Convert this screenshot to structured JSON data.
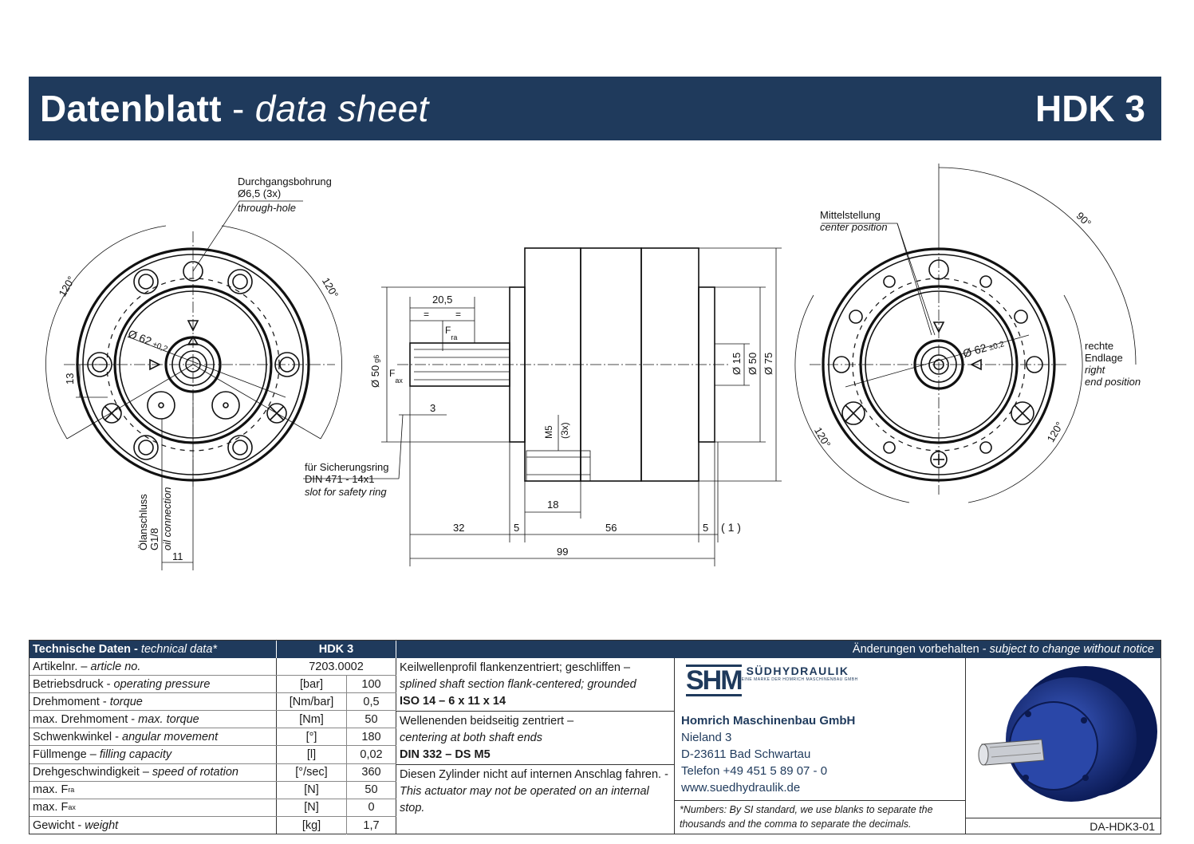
{
  "header": {
    "title": "Datenblatt",
    "dash": "-",
    "subtitle": "data sheet",
    "model": "HDK 3"
  },
  "drawing": {
    "left_view": {
      "through_hole_de": "Durchgangsbohrung",
      "through_hole_dim": "Ø6,5 (3x)",
      "through_hole_en": "through-hole",
      "angle_left": "120°",
      "angle_right": "120°",
      "bolt_circle": "Ø 62",
      "bolt_circle_tol": "±0,2",
      "dim_13": "13",
      "dim_11": "11",
      "oil_de": "Ölanschluss",
      "oil_size": "G1/8",
      "oil_en": "oil connection"
    },
    "side_view": {
      "dim_205": "20,5",
      "eq1": "=",
      "eq2": "=",
      "fra": "F",
      "fra_sub": "ra",
      "fax": "F",
      "fax_sub": "ax",
      "shaft_dia": "Ø 50",
      "shaft_tol": "g6",
      "dim_3": "3",
      "ring_de": "für Sicherungsring",
      "ring_norm": "DIN 471 - 14x1",
      "ring_en": "slot for safety ring",
      "m5": "M5",
      "m5_count": "(3x)",
      "dia15": "Ø 15",
      "dia50": "Ø 50",
      "dia75": "Ø 75",
      "dim_18": "18",
      "dim_32": "32",
      "dim_5a": "5",
      "dim_56": "56",
      "dim_5b": "5",
      "dim_1": "1",
      "dim_99": "99"
    },
    "right_view": {
      "center_de": "Mittelstellung",
      "center_en": "center position",
      "angle_90": "90°",
      "end_de1": "rechte",
      "end_de2": "Endlage",
      "end_en1": "right",
      "end_en2": "end position",
      "bolt_circle": "Ø 62",
      "bolt_circle_tol": "±0,2",
      "angle_left": "120°",
      "angle_right": "120°"
    }
  },
  "tech": {
    "header_de": "Technische Daten",
    "header_en": "technical data*",
    "header_model": "HDK 3",
    "header_notice_de": "Änderungen vorbehalten",
    "header_notice_en": "subject to change without notice",
    "rows": [
      {
        "de": "Artikelnr. –",
        "en": "article no.",
        "unit": "",
        "value": "7203.0002"
      },
      {
        "de": "Betriebsdruck -",
        "en": "operating pressure",
        "unit": "[bar]",
        "value": "100"
      },
      {
        "de": "Drehmoment -",
        "en": "torque",
        "unit": "[Nm/bar]",
        "value": "0,5"
      },
      {
        "de": "max. Drehmoment -",
        "en": "max. torque",
        "unit": "[Nm]",
        "value": "50"
      },
      {
        "de": "Schwenkwinkel -",
        "en": "angular movement",
        "unit": "[°]",
        "value": "180"
      },
      {
        "de": "Füllmenge –",
        "en": "filling capacity",
        "unit": "[l]",
        "value": "0,02"
      },
      {
        "de": "Drehgeschwindigkeit –",
        "en": "speed of rotation",
        "unit": "[°/sec]",
        "value": "360"
      },
      {
        "de": "max. F",
        "sub": "ra",
        "en": "",
        "unit": "[N]",
        "value": "50"
      },
      {
        "de": "max. F",
        "sub": "ax",
        "en": "",
        "unit": "[N]",
        "value": "0"
      },
      {
        "de": "Gewicht -",
        "en": "weight",
        "unit": "[kg]",
        "value": "1,7"
      }
    ],
    "notes": [
      {
        "de": "Keilwellenprofil flankenzentriert; geschliffen –",
        "en": "splined shaft section flank-centered; grounded",
        "bold": "ISO 14 – 6 x 11 x 14"
      },
      {
        "de": "Wellenenden beidseitig zentriert –",
        "en": "centering at both shaft ends",
        "bold": "DIN 332 – DS M5"
      },
      {
        "de": "Diesen Zylinder nicht auf internen Anschlag fahren. -",
        "en": "This actuator may not be operated on an internal stop.",
        "bold": ""
      }
    ],
    "company": {
      "logo_mark": "SHM",
      "logo_brand": "SÜDHYDRAULIK",
      "logo_tag": "EINE MARKE DER HOMRICH MASCHINENBAU GMBH",
      "name": "Homrich Maschinenbau GmbH",
      "street": "Nieland 3",
      "city": "D-23611 Bad Schwartau",
      "phone": "Telefon +49 451 5 89 07 - 0",
      "web": "www.suedhydraulik.de",
      "footnote": "*Numbers: By SI standard, we use blanks to separate the thousands and the comma to separate the decimals."
    },
    "doc_id": "DA-HDK3-01"
  }
}
